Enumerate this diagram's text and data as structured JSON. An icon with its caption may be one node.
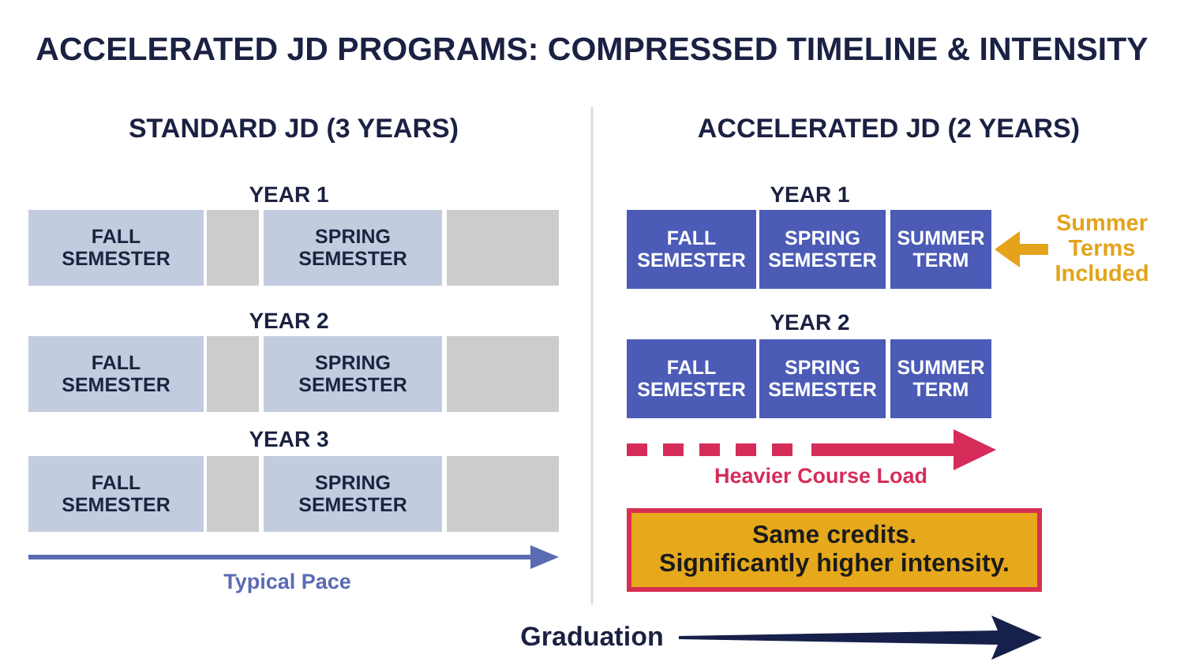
{
  "diagram": {
    "title": "ACCELERATED JD PROGRAMS: COMPRESSED TIMELINE & INTENSITY",
    "nodes": [
      {
        "text": [
          "FALL SEMESTER"
        ]
      },
      {
        "text": [],
        "shape": "box"
      },
      {
        "text": [
          "SPRING SEMESTER"
        ]
      },
      {
        "text": [],
        "shape": "box"
      },
      {
        "text": [
          "FALL SEMESTER"
        ]
      },
      {
        "text": [],
        "shape": "box"
      },
      {
        "text": [
          "SPRING SEMESTER"
        ]
      },
      {
        "text": [],
        "shape": "box"
      },
      {
        "text": [
          "FALL SEMESTER"
        ]
      },
      {
        "text": [],
        "shape": "box"
      },
      {
        "text": [
          "SPRING SEMESTER"
        ]
      },
      {
        "text": [],
        "shape": "box"
      },
      {
        "text": [
          "FALL SEMESTER"
        ]
      },
      {
        "text": [
          "SPRING SEMESTER"
        ]
      },
      {
        "text": [
          "SUMMER TERM"
        ]
      },
      {
        "text": [
          "Summer Terms Included"
        ]
      },
      {
        "text": [
          "FALL SEMESTER"
        ]
      },
      {
        "text": [
          "SPRING SEMESTER"
        ]
      },
      {
        "text": [
          "SUMMER TERM"
        ]
      },
      {
        "text": [
          "Same credits.",
          "Significantly higher intensity."
        ]
      }
    ],
    "edges": [
      {
        "from": 15,
        "to": 14,
        "arrow": "to",
        "color": "#e3a31b"
      }
    ],
    "labels": [
      "STANDARD JD (3 YEARS)",
      "YEAR 1",
      "YEAR 2",
      "YEAR 3",
      "Typical Pace",
      "ACCELERATED JD (2 YEARS)",
      "YEAR 1",
      "YEAR 2",
      "Heavier Course Load",
      "Graduation"
    ]
  }
}
